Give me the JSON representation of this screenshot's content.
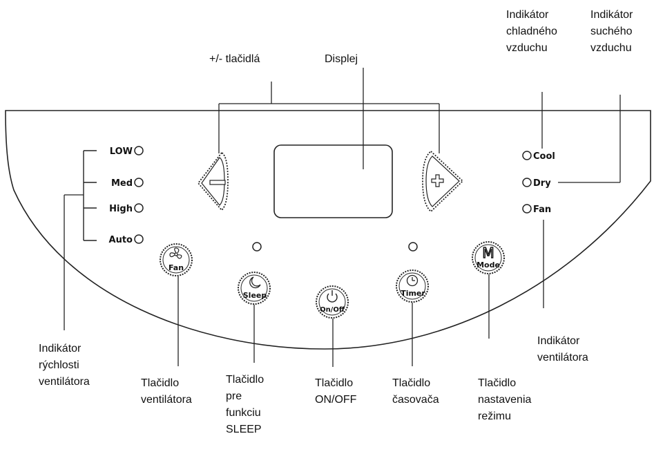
{
  "panel": {
    "speed_levels": [
      "LOW",
      "Med",
      "High",
      "Auto"
    ],
    "mode_indicators": [
      "Cool",
      "Dry",
      "Fan"
    ],
    "buttons": {
      "fan": "Fan",
      "sleep": "Sleep",
      "onoff": "On/Off",
      "timer": "Timer",
      "mode": "Mode",
      "mode_symbol": "M"
    }
  },
  "callouts": {
    "plus_minus": "+/- tlačidlá",
    "display": "Displej",
    "cool_indicator": [
      "Indikátor",
      "chladného",
      "vzduchu"
    ],
    "dry_indicator": [
      "Indikátor",
      "suchého",
      "vzduchu"
    ],
    "fan_speed_indicator": [
      "Indikátor",
      "rýchlosti",
      "ventilátora"
    ],
    "fan_button": [
      "Tlačidlo",
      "ventilátora"
    ],
    "sleep_button": [
      "Tlačidlo",
      "pre",
      "funkciu",
      "SLEEP"
    ],
    "onoff_button": [
      "Tlačidlo",
      "ON/OFF"
    ],
    "timer_button": [
      "Tlačidlo",
      "časovača"
    ],
    "mode_button": [
      "Tlačidlo",
      "nastavenia",
      "režimu"
    ],
    "fan_indicator": [
      "Indikátor",
      "ventilátora"
    ]
  }
}
